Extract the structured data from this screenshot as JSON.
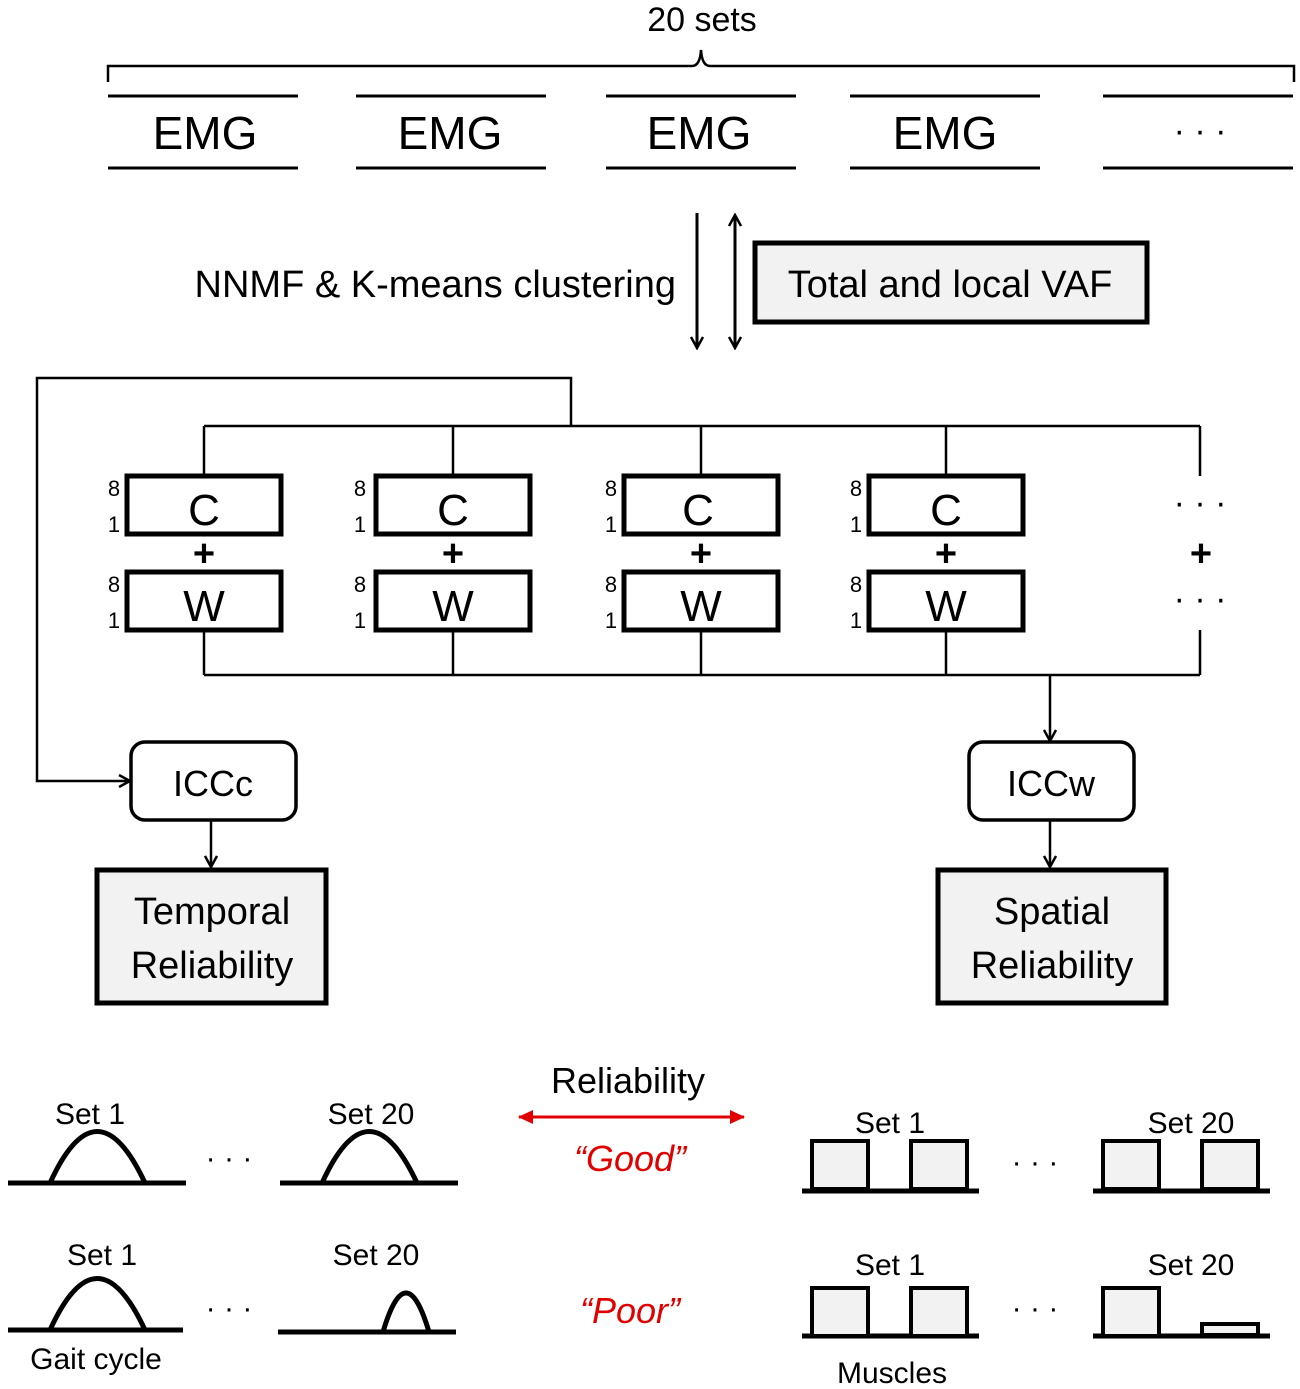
{
  "header": {
    "sets_label": "20 sets",
    "emg_labels": [
      "EMG",
      "EMG",
      "EMG",
      "EMG"
    ],
    "ellipsis": "· · ·"
  },
  "process": {
    "method_label": "NNMF & K-means clustering",
    "vaf_label": "Total and local VAF"
  },
  "synergy": {
    "c_label": "C",
    "w_label": "W",
    "plus": "+",
    "scale_top": "8",
    "scale_bottom": "1",
    "ellipsis": "· · ·"
  },
  "icc": {
    "temporal_label": "ICCc",
    "spatial_label": "ICCw"
  },
  "reliability": {
    "temporal_lines": [
      "Temporal",
      "Reliability"
    ],
    "spatial_lines": [
      "Spatial",
      "Reliability"
    ]
  },
  "legend": {
    "reliability_label": "Reliability",
    "good_label": "“Good”",
    "poor_label": "“Poor”",
    "set_first": "Set 1",
    "set_last": "Set 20",
    "ellipsis": "· · ·",
    "gait_cycle_label": "Gait cycle",
    "muscles_label": "Muscles"
  },
  "colors": {
    "box_fill": "#f2f2f2",
    "accent_red": "#e00000",
    "stroke": "#000000"
  }
}
